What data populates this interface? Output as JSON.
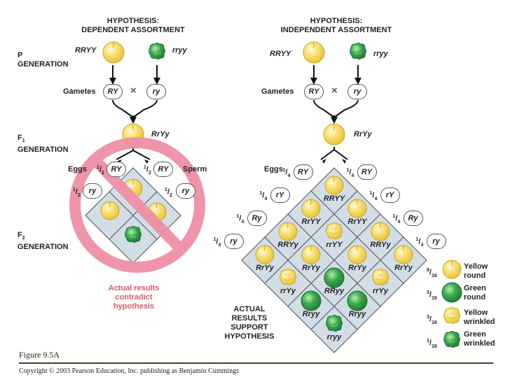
{
  "dependent": {
    "title_line1": "HYPOTHESIS:",
    "title_line2": "DEPENDENT ASSORTMENT",
    "p_label_line1": "P",
    "p_label_line2": "GENERATION",
    "parent_left": "RRYY",
    "parent_right": "rryy",
    "gametes_label": "Gametes",
    "gamete1": "RY",
    "cross_symbol": "×",
    "gamete2": "ry",
    "f1_label_line1": "F",
    "f1_label_sub": "1",
    "f1_label_line2": "GENERATION",
    "f1_genotype": "RrYy",
    "eggs_label": "Eggs",
    "sperm_label": "Sperm",
    "frac_num": "1",
    "frac_den": "2",
    "egg_gametes": [
      "RY",
      "ry"
    ],
    "sperm_gametes": [
      "RY",
      "ry"
    ],
    "f2_label_line1": "F",
    "f2_label_sub": "2",
    "f2_label_line2": "GENERATION",
    "actual_line1": "Actual results",
    "actual_line2": "contradict",
    "actual_line3": "hypothesis"
  },
  "independent": {
    "title_line1": "HYPOTHESIS:",
    "title_line2": "INDEPENDENT ASSORTMENT",
    "parent_left": "RRYY",
    "parent_right": "rryy",
    "gametes_label": "Gametes",
    "gamete1": "RY",
    "cross_symbol": "×",
    "gamete2": "ry",
    "f1_genotype": "RrYy",
    "eggs_label": "Eggs",
    "frac_num": "1",
    "frac_den": "4",
    "egg_gametes": [
      "RY",
      "rY",
      "Ry",
      "ry"
    ],
    "sperm_gametes": [
      "RY",
      "rY",
      "Ry",
      "ry"
    ],
    "grid_genotypes": [
      [
        "RRYY",
        "RrYY",
        "RRYy",
        "RrYy"
      ],
      [
        "RrYY",
        "rrYY",
        "RrYy",
        "rrYy"
      ],
      [
        "RRYy",
        "RrYy",
        "RRyy",
        "Rryy"
      ],
      [
        "RrYy",
        "rrYy",
        "Rryy",
        "rryy"
      ]
    ],
    "grid_phenotypes": [
      [
        "yellow-round",
        "yellow-round",
        "yellow-round",
        "yellow-round"
      ],
      [
        "yellow-round",
        "yellow-wrinkled",
        "yellow-round",
        "yellow-wrinkled"
      ],
      [
        "yellow-round",
        "yellow-round",
        "green-round",
        "green-round"
      ],
      [
        "yellow-round",
        "yellow-wrinkled",
        "green-round",
        "green-wrinkled"
      ]
    ],
    "actual_line1": "ACTUAL",
    "actual_line2": "RESULTS",
    "actual_line3": "SUPPORT",
    "actual_line4": "HYPOTHESIS"
  },
  "legend": [
    {
      "num": "9",
      "den": "16",
      "line1": "Yellow",
      "line2": "round",
      "phenotype": "yellow-round"
    },
    {
      "num": "3",
      "den": "16",
      "line1": "Green",
      "line2": "round",
      "phenotype": "green-round"
    },
    {
      "num": "3",
      "den": "16",
      "line1": "Yellow",
      "line2": "wrinkled",
      "phenotype": "yellow-wrinkled"
    },
    {
      "num": "1",
      "den": "16",
      "line1": "Green",
      "line2": "wrinkled",
      "phenotype": "green-wrinkled"
    }
  ],
  "figure_label": "Figure 9.5A",
  "copyright": "Copyright © 2003 Pearson Education, Inc. publishing as Benjamin Cummings",
  "colors": {
    "yellow_fill": "#f7dc5a",
    "yellow_light": "#fbeea0",
    "yellow_stroke": "#c9a52a",
    "green_fill": "#2f9a4a",
    "green_light": "#7fce7a",
    "green_stroke": "#1d6b31",
    "grid_fill": "#d3dde6",
    "grid_stroke": "#5b6670",
    "no_sign": "#f08fa6",
    "red_text": "#e0556a",
    "footer_rule": "#5a3b1c"
  }
}
